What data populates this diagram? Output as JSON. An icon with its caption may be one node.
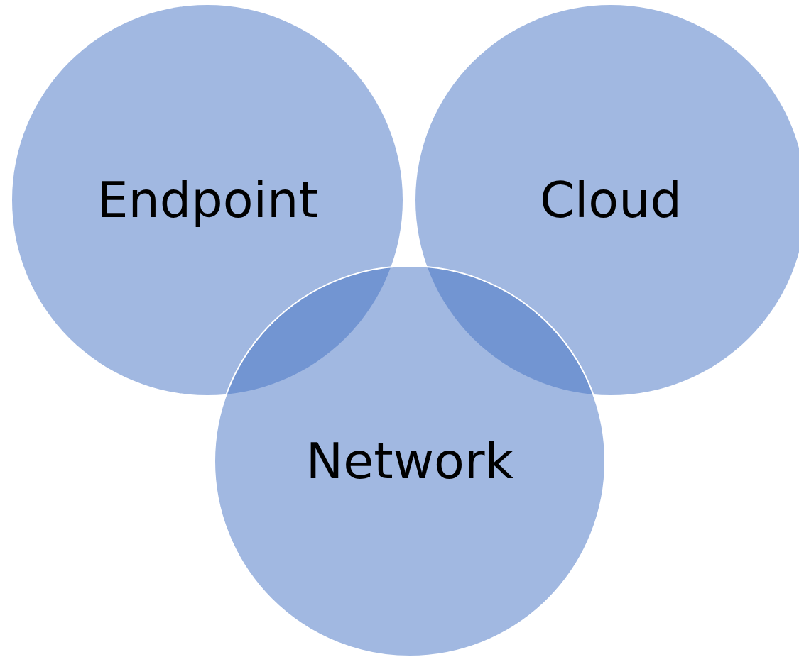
{
  "diagram": {
    "nodes": [
      {
        "text": [
          "Endpoint"
        ]
      },
      {
        "text": [
          "Cloud"
        ]
      },
      {
        "text": [
          "Network"
        ]
      }
    ]
  }
}
